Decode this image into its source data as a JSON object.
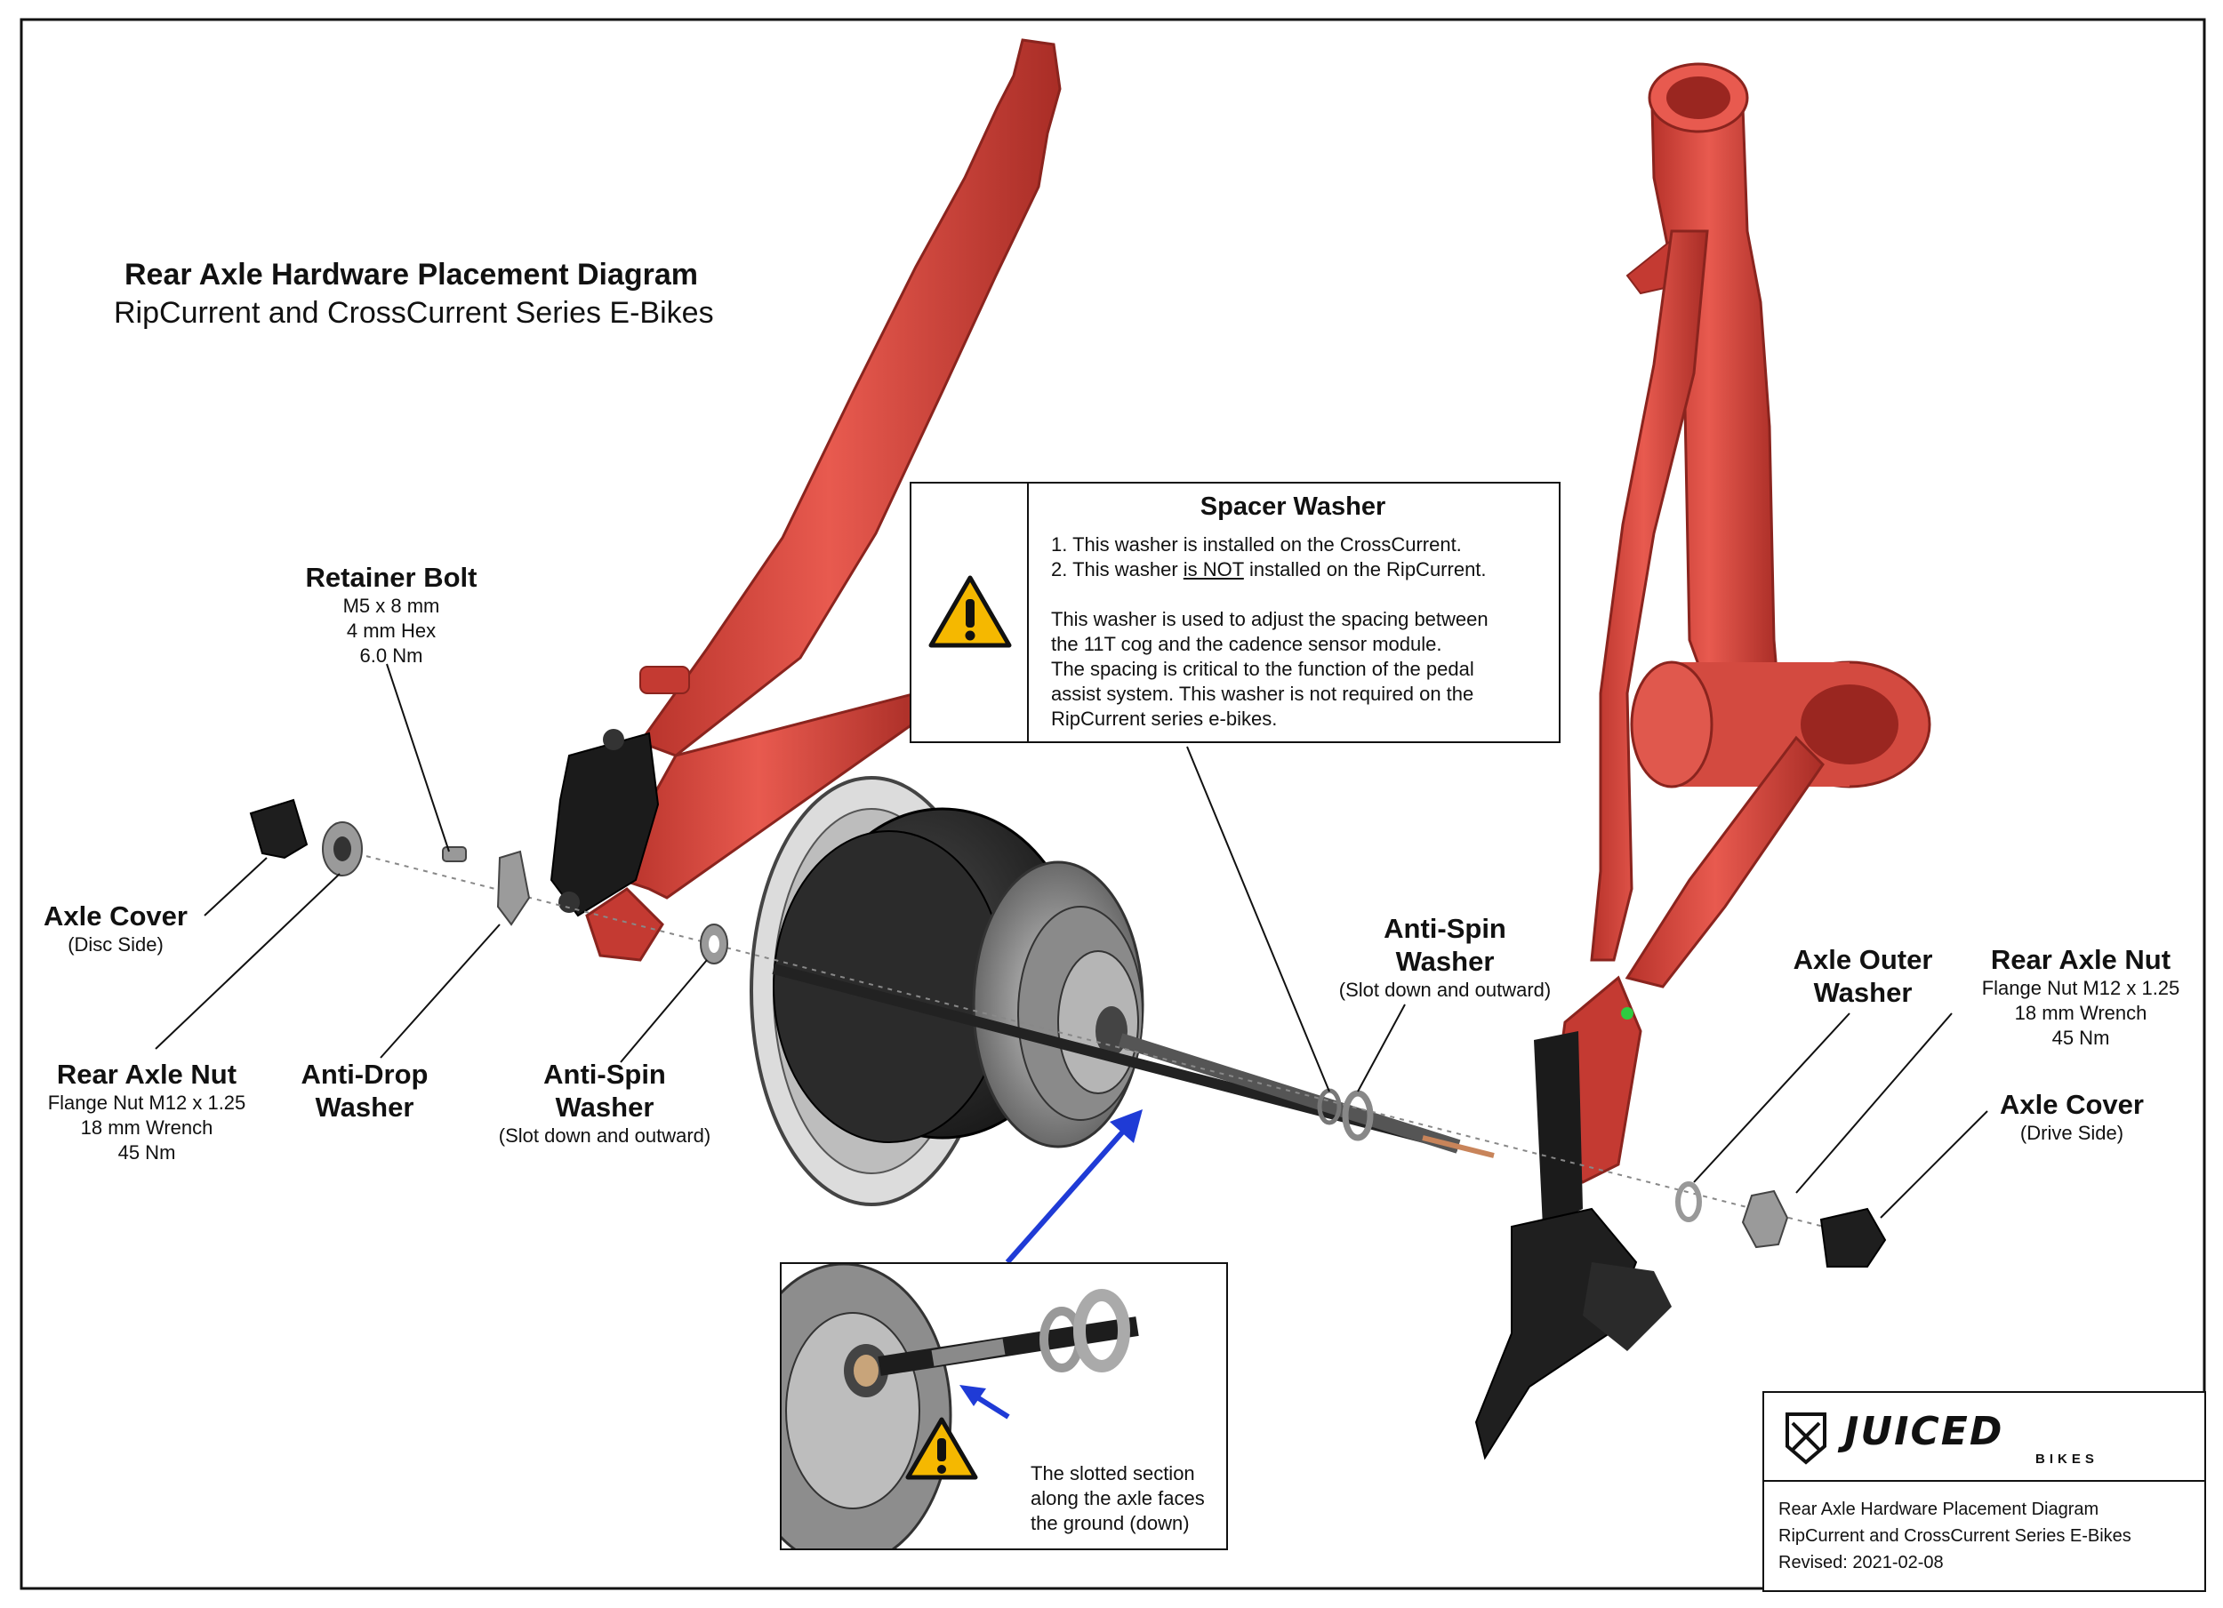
{
  "diagram": {
    "title": "Rear Axle Hardware Placement Diagram",
    "subtitle": "RipCurrent and CrossCurrent Series E-Bikes"
  },
  "labels": {
    "retainer_bolt": {
      "name": "Retainer Bolt",
      "lines": [
        "M5 x 8 mm",
        "4 mm Hex",
        "6.0 Nm"
      ]
    },
    "axle_cover_disc": {
      "name": "Axle Cover",
      "sub": "(Disc Side)"
    },
    "rear_axle_nut_left": {
      "name": "Rear Axle Nut",
      "lines": [
        "Flange Nut M12 x 1.25",
        "18 mm Wrench",
        "45 Nm"
      ]
    },
    "anti_drop_washer": {
      "name_1": "Anti-Drop",
      "name_2": "Washer"
    },
    "anti_spin_left": {
      "name_1": "Anti-Spin",
      "name_2": "Washer",
      "sub": "(Slot down and outward)"
    },
    "anti_spin_right": {
      "name_1": "Anti-Spin",
      "name_2": "Washer",
      "sub": "(Slot down and outward)"
    },
    "axle_outer_washer": {
      "name_1": "Axle Outer",
      "name_2": "Washer"
    },
    "rear_axle_nut_right": {
      "name": "Rear Axle Nut",
      "lines": [
        "Flange Nut M12 x 1.25",
        "18 mm Wrench",
        "45 Nm"
      ]
    },
    "axle_cover_drive": {
      "name": "Axle Cover",
      "sub": "(Drive Side)"
    }
  },
  "spacer_note": {
    "title": "Spacer Washer",
    "item1": "1. This washer is installed on the CrossCurrent.",
    "item2_pre": "2. This washer ",
    "item2_emph": "is NOT",
    "item2_post": " installed on the RipCurrent.",
    "para": [
      "This washer is used to adjust the spacing between",
      "the 11T cog and the cadence sensor module.",
      "The spacing is critical to the function of the pedal",
      "assist system. This washer is not required on the",
      "RipCurrent series e-bikes."
    ]
  },
  "slot_note": {
    "lines": [
      "The slotted section",
      "along the axle faces",
      "the ground (down)"
    ]
  },
  "title_block": {
    "logo_text": "JUICED",
    "logo_sub": "BIKES",
    "line1": "Rear Axle Hardware Placement Diagram",
    "line2": "RipCurrent and CrossCurrent Series E-Bikes",
    "line3": "Revised: 2021-02-08"
  },
  "colors": {
    "frame": "#d9473d",
    "frame_dark": "#a92d26",
    "hardware": "#2a2a2a",
    "arrow": "#1f3bd6",
    "warning": "#f5b800"
  }
}
